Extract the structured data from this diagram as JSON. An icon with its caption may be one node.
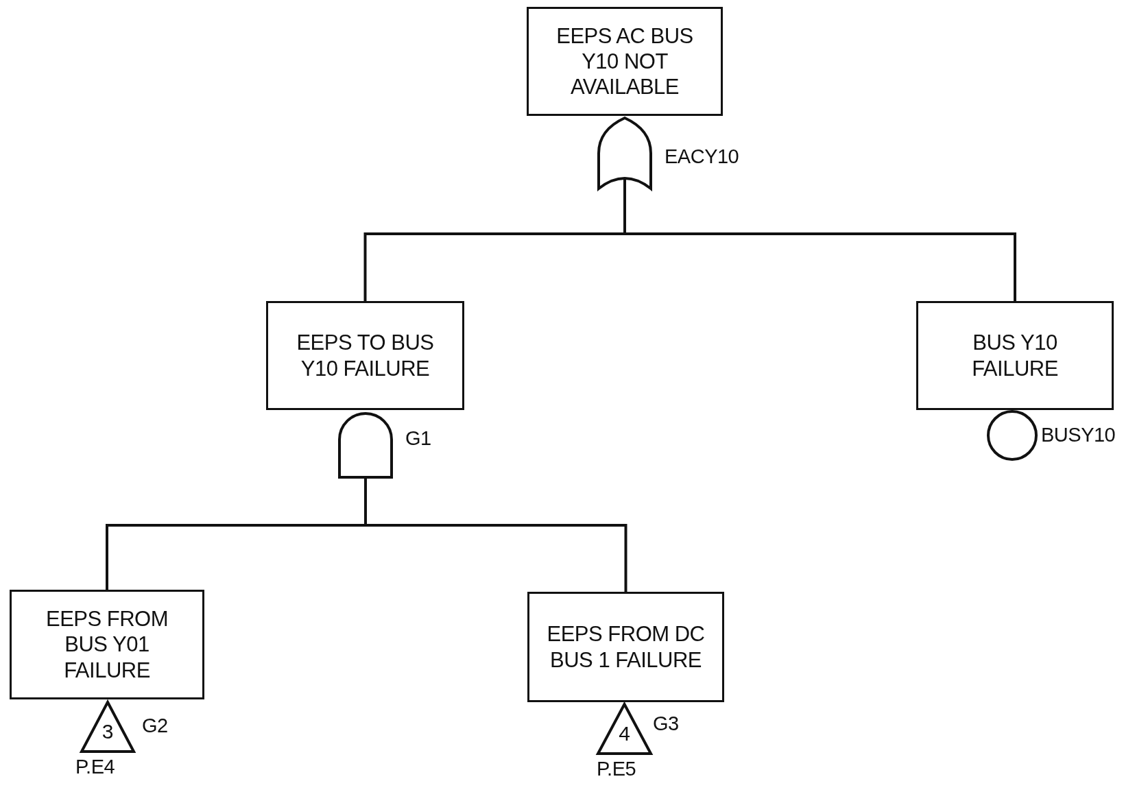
{
  "diagram": {
    "nodes": [
      {
        "text": [
          "EEPS AC BUS Y10 NOT AVAILABLE"
        ]
      },
      {
        "text": [],
        "shape": "or-gate",
        "beside": [
          "EACY10"
        ]
      },
      {
        "text": [
          "EEPS TO BUS Y10 FAILURE"
        ]
      },
      {
        "text": [],
        "shape": "and-gate",
        "beside": [
          "G1"
        ]
      },
      {
        "text": [
          "BUS Y10 FAILURE"
        ]
      },
      {
        "text": [],
        "shape": "circle",
        "beside": [
          "BUSY10"
        ]
      },
      {
        "text": [
          "EEPS FROM BUS Y01 FAILURE"
        ]
      },
      {
        "text": [
          "3"
        ],
        "beside": [
          "G2",
          "P.E4"
        ]
      },
      {
        "text": [
          "EEPS FROM DC BUS 1 FAILURE"
        ]
      },
      {
        "text": [
          "4"
        ],
        "beside": [
          "G3",
          "P.E5"
        ]
      }
    ],
    "edges": [
      {
        "from": 2,
        "to": 1,
        "arrow": "none"
      },
      {
        "from": 4,
        "to": 1,
        "arrow": "none"
      },
      {
        "from": 6,
        "to": 3,
        "arrow": "none"
      },
      {
        "from": 8,
        "to": 3,
        "arrow": "none"
      }
    ]
  }
}
